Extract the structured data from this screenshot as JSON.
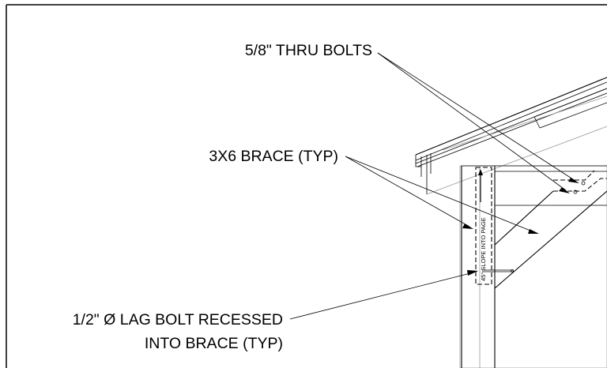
{
  "callouts": {
    "thru_bolts": "5/8\" THRU BOLTS",
    "brace": "3X6 BRACE (TYP)",
    "lag_bolt_line1": "1/2\" Ø LAG BOLT RECESSED",
    "lag_bolt_line2": "INTO BRACE (TYP)"
  },
  "slope_note": "45° SLOPE INTO PAGE"
}
